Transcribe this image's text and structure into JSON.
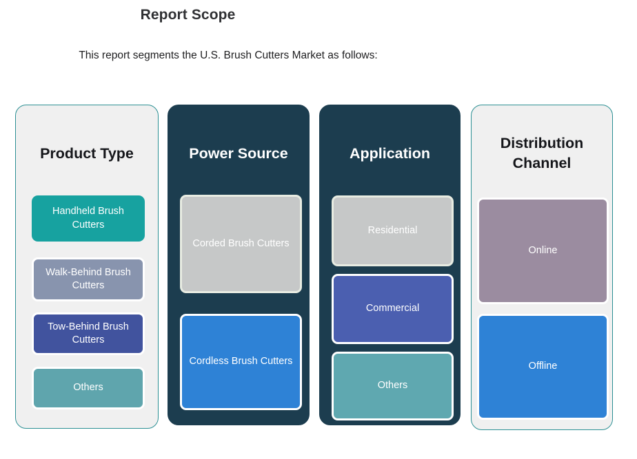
{
  "header": {
    "title": "Report Scope",
    "subtitle": "This report segments the U.S. Brush Cutters Market as follows:"
  },
  "palette": {
    "page_background": "#ffffff",
    "card_light_background": "#f0f0f0",
    "card_light_border": "#2b8f93",
    "card_dark_background": "#1c3d4f",
    "title_dark_text": "#15161a",
    "title_light_text": "#ffffff",
    "chip_text": "#ffffff",
    "teal": "#17a2a0",
    "slate_blue": "#8894ae",
    "indigo": "#41539e",
    "muted_teal": "#5fa5ad",
    "light_gray": "#c6c8c8",
    "azure_blue": "#2e82d6",
    "periwinkle": "#4b5fb0",
    "aqua_teal": "#5fa8b0",
    "mauve": "#9b8ca0"
  },
  "columns": [
    {
      "id": "product-type",
      "title": "Product Type",
      "theme": "light",
      "items": [
        {
          "label": "Handheld Brush Cutters",
          "color": "#17a2a0",
          "border": "none"
        },
        {
          "label": "Walk-Behind Brush Cutters",
          "color": "#8894ae",
          "border": "white"
        },
        {
          "label": "Tow-Behind Brush Cutters",
          "color": "#41539e",
          "border": "white"
        },
        {
          "label": "Others",
          "color": "#5fa5ad",
          "border": "white"
        }
      ]
    },
    {
      "id": "power-source",
      "title": "Power Source",
      "theme": "dark",
      "items": [
        {
          "label": "Corded Brush Cutters",
          "color": "#c6c8c8",
          "border": "pale"
        },
        {
          "label": "Cordless Brush Cutters",
          "color": "#2e82d6",
          "border": "white"
        }
      ]
    },
    {
      "id": "application",
      "title": "Application",
      "theme": "dark",
      "items": [
        {
          "label": "Residential",
          "color": "#c6c8c8",
          "border": "pale"
        },
        {
          "label": "Commercial",
          "color": "#4b5fb0",
          "border": "white"
        },
        {
          "label": "Others",
          "color": "#5fa8b0",
          "border": "white"
        }
      ]
    },
    {
      "id": "distribution-channel",
      "title": "Distribution Channel",
      "theme": "light",
      "items": [
        {
          "label": "Online",
          "color": "#9b8ca0",
          "border": "white"
        },
        {
          "label": "Offline",
          "color": "#2e82d6",
          "border": "white"
        }
      ]
    }
  ]
}
